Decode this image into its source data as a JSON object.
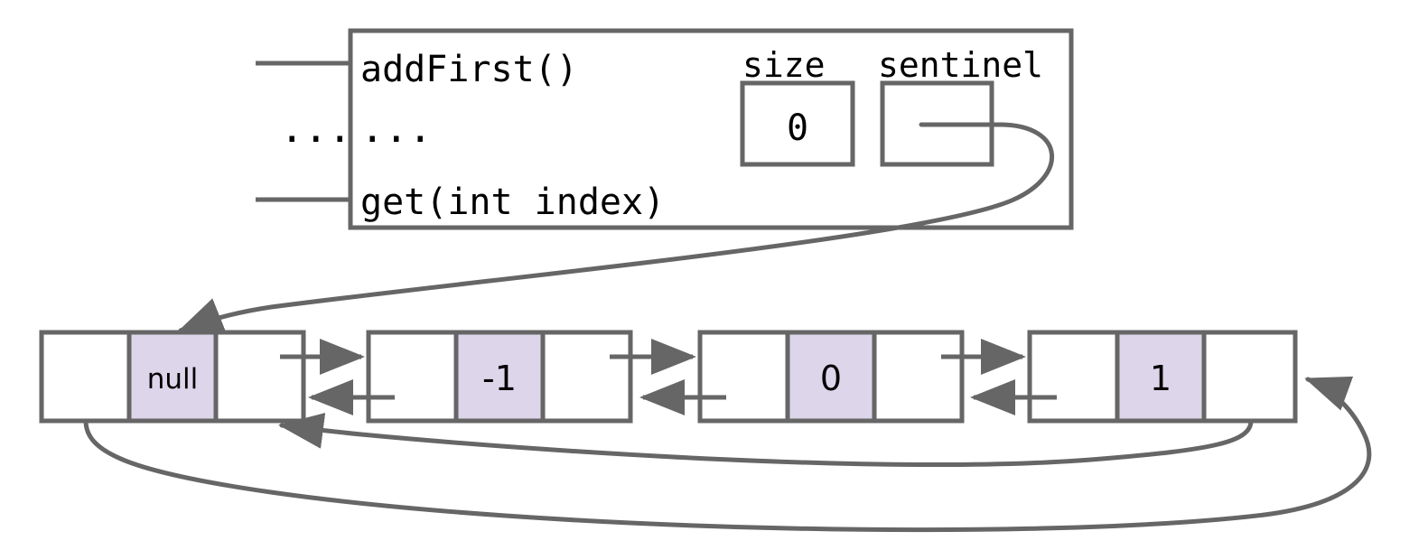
{
  "colors": {
    "stroke": "#666666",
    "cell_highlight": "#ddd5ea",
    "cell_plain": "#ffffff",
    "background": "#ffffff",
    "text": "#000000"
  },
  "class_box": {
    "methods": [
      {
        "label": "addFirst()"
      },
      {
        "label": "..."
      },
      {
        "label": "get(int index)"
      }
    ],
    "left_ellipsis": "...",
    "fields": [
      {
        "name": "size",
        "value": "0"
      },
      {
        "name": "sentinel",
        "value": ""
      }
    ]
  },
  "linked_list": {
    "nodes": [
      {
        "value": "null",
        "is_sentinel": true
      },
      {
        "value": "-1",
        "is_sentinel": false
      },
      {
        "value": "0",
        "is_sentinel": false
      },
      {
        "value": "1",
        "is_sentinel": false
      }
    ]
  }
}
